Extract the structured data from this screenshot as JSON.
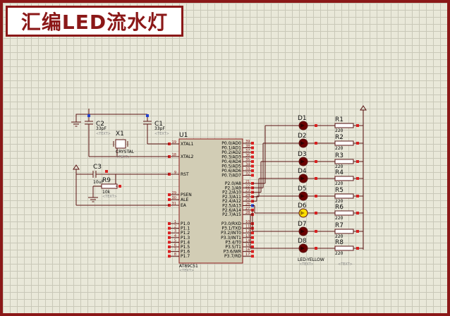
{
  "title": "汇编LED流水灯",
  "text_placeholder": "<TEXT>",
  "colors": {
    "frame": "#8b1818",
    "grid_bg": "#e9e8d9",
    "wire": "#5a1414",
    "led_off": "#6b0000",
    "led_on": "#ffe000"
  },
  "mcu": {
    "ref": "U1",
    "part": "AT89C51",
    "left_pins": [
      {
        "name": "XTAL1",
        "num": "19"
      },
      {
        "name": "XTAL2",
        "num": "18"
      },
      {
        "name": "RST",
        "num": "9"
      },
      {
        "name": "PSEN",
        "num": "29"
      },
      {
        "name": "ALE",
        "num": "30"
      },
      {
        "name": "EA",
        "num": "31"
      }
    ],
    "p1_pins": [
      {
        "name": "P1.0",
        "num": "1"
      },
      {
        "name": "P1.1",
        "num": "2"
      },
      {
        "name": "P1.2",
        "num": "3"
      },
      {
        "name": "P1.3",
        "num": "4"
      },
      {
        "name": "P1.4",
        "num": "5"
      },
      {
        "name": "P1.5",
        "num": "6"
      },
      {
        "name": "P1.6",
        "num": "7"
      },
      {
        "name": "P1.7",
        "num": "8"
      }
    ],
    "p0_pins": [
      {
        "name": "P0.0/AD0",
        "num": "39"
      },
      {
        "name": "P0.1/AD1",
        "num": "38"
      },
      {
        "name": "P0.2/AD2",
        "num": "37"
      },
      {
        "name": "P0.3/AD3",
        "num": "36"
      },
      {
        "name": "P0.4/AD4",
        "num": "35"
      },
      {
        "name": "P0.5/AD5",
        "num": "34"
      },
      {
        "name": "P0.6/AD6",
        "num": "33"
      },
      {
        "name": "P0.7/AD7",
        "num": "32"
      }
    ],
    "p2_pins": [
      {
        "name": "P2.0/A8",
        "num": "21"
      },
      {
        "name": "P2.1/A9",
        "num": "22"
      },
      {
        "name": "P2.2/A10",
        "num": "23"
      },
      {
        "name": "P2.3/A11",
        "num": "24"
      },
      {
        "name": "P2.4/A12",
        "num": "25"
      },
      {
        "name": "P2.5/A13",
        "num": "26"
      },
      {
        "name": "P2.6/A14",
        "num": "27"
      },
      {
        "name": "P2.7/A15",
        "num": "28"
      }
    ],
    "p3_pins": [
      {
        "name": "P3.0/RXD",
        "num": "10"
      },
      {
        "name": "P3.1/TXD",
        "num": "11"
      },
      {
        "name": "P3.2/INT0",
        "num": "12"
      },
      {
        "name": "P3.3/INT1",
        "num": "13"
      },
      {
        "name": "P3.4/T0",
        "num": "14"
      },
      {
        "name": "P3.5/T1",
        "num": "15"
      },
      {
        "name": "P3.6/WR",
        "num": "16"
      },
      {
        "name": "P3.7/RD",
        "num": "17"
      }
    ]
  },
  "crystal": {
    "ref": "X1",
    "value": "CRYSTAL"
  },
  "c1": {
    "ref": "C1",
    "value": "33pF"
  },
  "c2": {
    "ref": "C2",
    "value": "33pF"
  },
  "c3": {
    "ref": "C3",
    "value": "10uF"
  },
  "r9": {
    "ref": "R9",
    "value": "10k"
  },
  "leds": [
    {
      "ref": "D1",
      "lit": false
    },
    {
      "ref": "D2",
      "lit": false
    },
    {
      "ref": "D3",
      "lit": false
    },
    {
      "ref": "D4",
      "lit": false
    },
    {
      "ref": "D5",
      "lit": false
    },
    {
      "ref": "D6",
      "lit": true
    },
    {
      "ref": "D7",
      "lit": false
    },
    {
      "ref": "D8",
      "lit": false
    }
  ],
  "led_part": "LED-YELLOW",
  "resistors": [
    {
      "ref": "R1",
      "value": "220"
    },
    {
      "ref": "R2",
      "value": "220"
    },
    {
      "ref": "R3",
      "value": "220"
    },
    {
      "ref": "R4",
      "value": "220"
    },
    {
      "ref": "R5",
      "value": "220"
    },
    {
      "ref": "R6",
      "value": "220"
    },
    {
      "ref": "R7",
      "value": "220"
    },
    {
      "ref": "R8",
      "value": "220"
    }
  ]
}
